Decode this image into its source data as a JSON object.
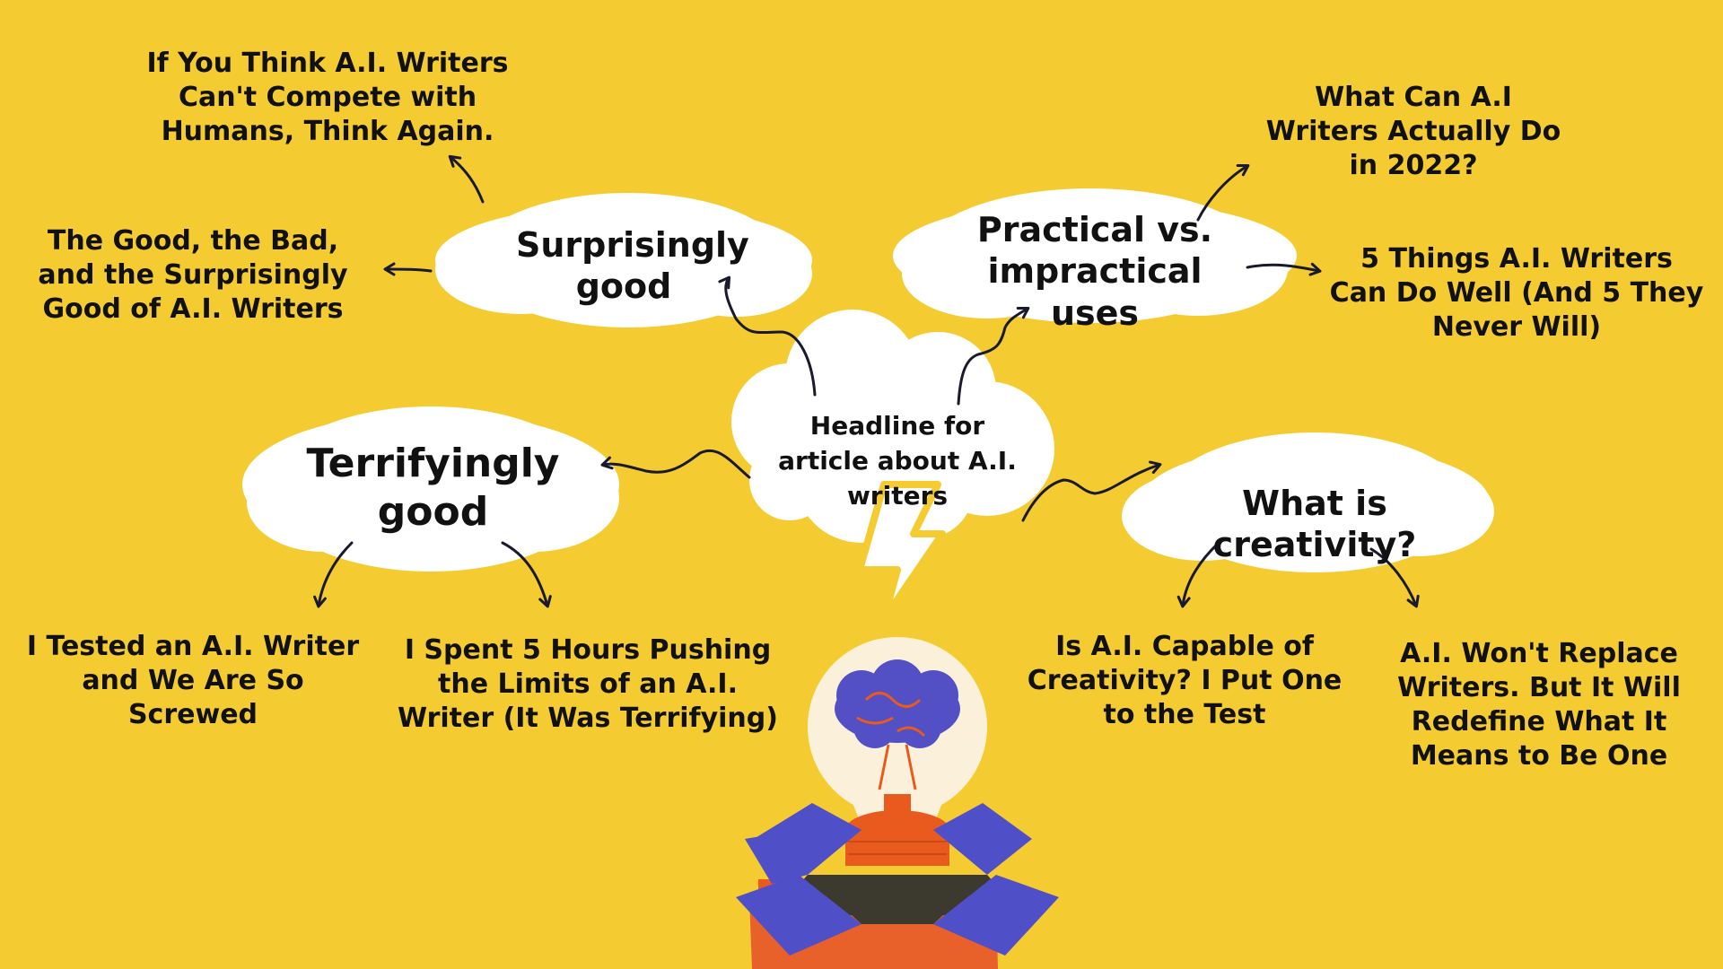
{
  "central": {
    "text": "Headline for article about A.I. writers"
  },
  "topics": {
    "surprisingly_good": "Surprisingly good",
    "practical": "Practical vs. impractical uses",
    "terrifyingly_good": "Terrifyingly good",
    "creativity": "What is creativity?"
  },
  "headlines": {
    "think_again": "If You Think A.I. Writers Can't Compete with Humans, Think Again.",
    "good_bad": "The Good, the Bad, and the Surprisingly Good of A.I. Writers",
    "what_can_do": "What Can A.I Writers Actually Do in 2022?",
    "five_things": "5 Things A.I. Writers Can Do Well (And 5 They Never Will)",
    "tested": "I Tested an A.I. Writer and We Are So Screwed",
    "spent_5_hours": "I Spent 5 Hours Pushing the Limits of an A.I. Writer (It Was Terrifying)",
    "capable": "Is A.I. Capable of Creativity? I Put One to the Test",
    "wont_replace": "A.I. Won't Replace Writers. But It Will Redefine What It Means to Be One"
  },
  "colors": {
    "background": "#F5CB32",
    "cloud": "#FFFFFF",
    "arrow": "#1A1A2E",
    "box_blue": "#4F4FC8",
    "brain_blue": "#5250C4",
    "bulb_orange": "#E85A1E",
    "bulb_glass": "#FBF1DA",
    "box_inside": "#3C3A2E"
  },
  "icons": [
    "lightbulb-in-box-icon",
    "brain-icon",
    "lightning-bolt-icon"
  ]
}
